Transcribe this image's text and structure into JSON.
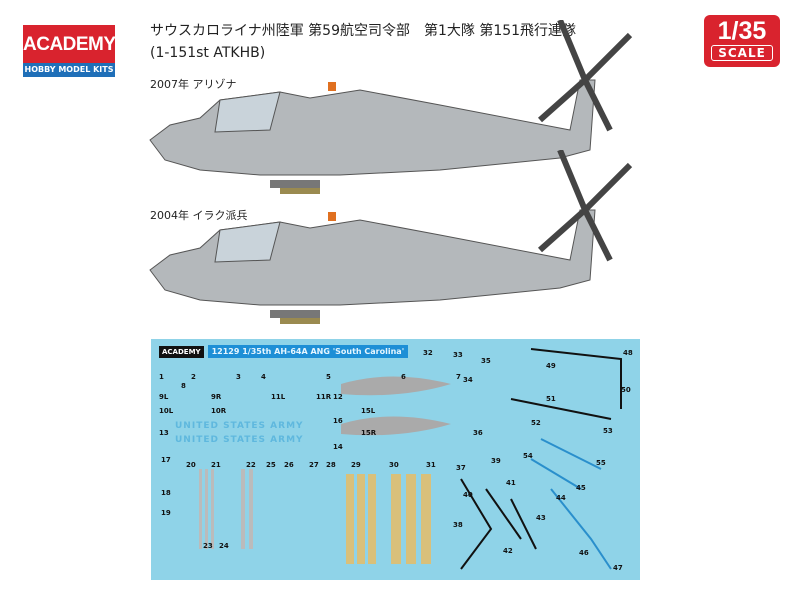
{
  "logo": {
    "brand": "ACADEMY",
    "tagline": "HOBBY MODEL KITS"
  },
  "scale": {
    "ratio": "1/35",
    "word": "SCALE"
  },
  "title": {
    "line1": "サウスカロライナ州陸軍 第59航空司令部　第1大隊 第151飛行連隊",
    "line2": "(1-151st ATKHB)"
  },
  "variants": [
    {
      "label": "2007年 アリゾナ"
    },
    {
      "label": "2004年 イラク派兵"
    }
  ],
  "decal_sheet": {
    "brand": "ACADEMY",
    "name": "12129 1/35th AH-64A ANG 'South Carolina'",
    "usa_text": "UNITED STATES ARMY",
    "numbers": [
      "1",
      "2",
      "3",
      "4",
      "5",
      "6",
      "7",
      "8",
      "9L",
      "9R",
      "10L",
      "10R",
      "11L",
      "11R",
      "12",
      "13",
      "14",
      "15L",
      "15R",
      "16",
      "17",
      "18",
      "19",
      "20",
      "21",
      "22",
      "23",
      "24",
      "25",
      "26",
      "27",
      "28",
      "29",
      "30",
      "31",
      "32",
      "33",
      "34",
      "35",
      "36",
      "37",
      "38",
      "39",
      "40",
      "41",
      "42",
      "43",
      "44",
      "45",
      "46",
      "47",
      "48",
      "49",
      "50",
      "51",
      "52",
      "53",
      "54",
      "55"
    ]
  },
  "colors": {
    "brand_red": "#d9232e",
    "brand_blue": "#1f6fb8",
    "decal_bg": "#8fd3e8",
    "helicopter_gray": "#b4b8bb"
  }
}
